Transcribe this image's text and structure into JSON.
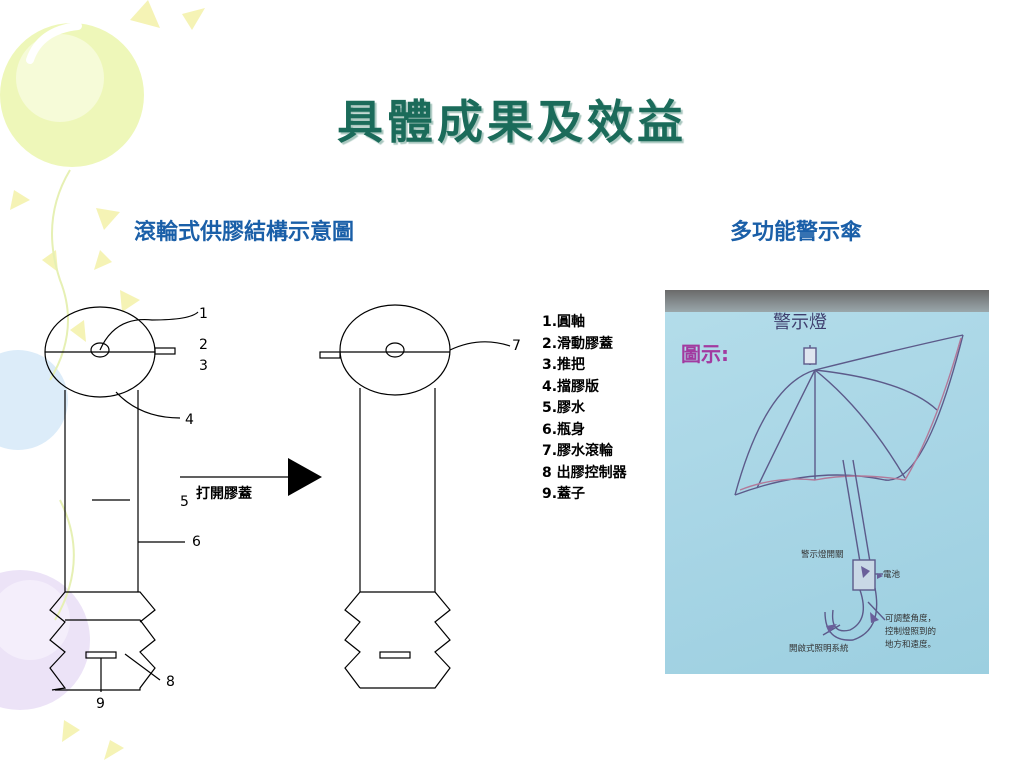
{
  "slide": {
    "title": "具體成果及效益",
    "subtitle_left": "滾輪式供膠結構示意圖",
    "subtitle_right": "多功能警示傘"
  },
  "diagram": {
    "numbers": [
      "1",
      "2",
      "3",
      "4",
      "5",
      "6",
      "8",
      "9",
      "7"
    ],
    "arrow_label": "打開膠蓋"
  },
  "legend": {
    "items": [
      "1.圓軸",
      "2.滑動膠蓋",
      "3.推把",
      "4.擋膠版",
      "5.膠水",
      "6.瓶身",
      "7.膠水滾輪",
      "8 出膠控制器",
      "9.蓋子"
    ]
  },
  "photo": {
    "header": "圖示:",
    "lamp_label": "警示燈",
    "annotations": {
      "switch": "警示燈開關",
      "battery": "電池",
      "angle_line1": "可調整角度，",
      "angle_line2": "控制燈照到的",
      "angle_line3": "地方和遠度。",
      "lighting": "開啟式照明系統"
    }
  },
  "colors": {
    "title": "#1b6b5a",
    "subtitle": "#1a5fa8",
    "photo_label": "#a23aa0"
  }
}
